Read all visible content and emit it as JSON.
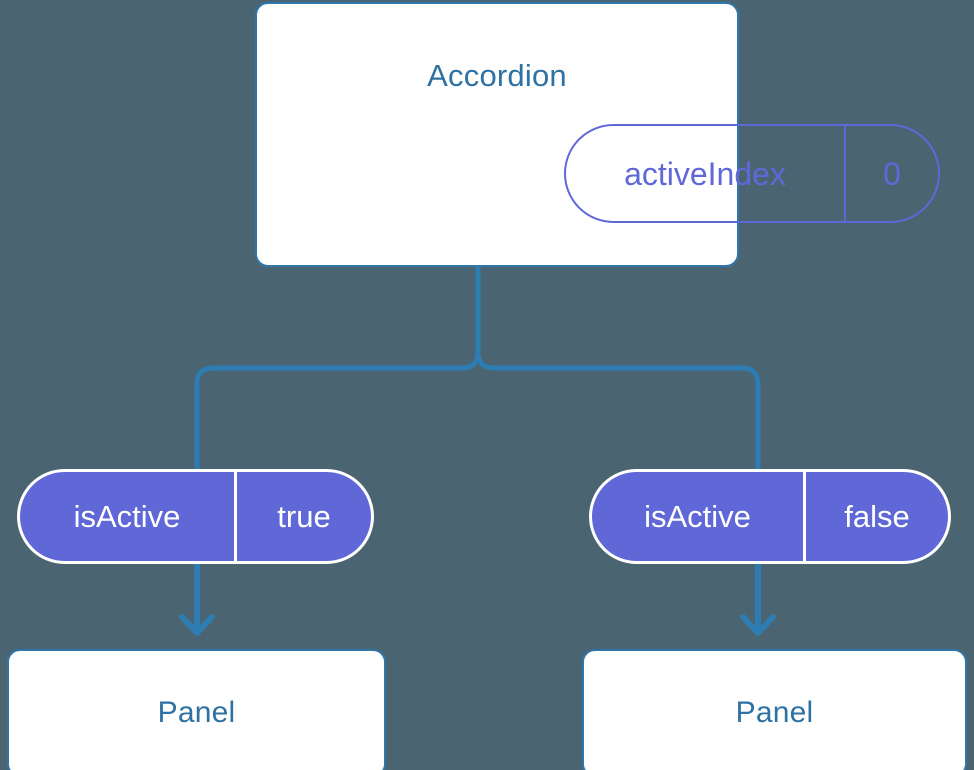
{
  "diagram": {
    "type": "component-tree",
    "background_color": "#4a6571",
    "title_color": "#2e72a3",
    "connector_color": "#2d7cb2",
    "accent_color": "#6068d8",
    "card_color": "#ffffff"
  },
  "root": {
    "name": "accordion-card",
    "title": "Accordion",
    "state": {
      "key": "activeIndex",
      "value": "0"
    }
  },
  "branches": [
    {
      "side": "left",
      "prop": {
        "key": "isActive",
        "value": "true"
      },
      "child": {
        "title": "Panel"
      }
    },
    {
      "side": "right",
      "prop": {
        "key": "isActive",
        "value": "false"
      },
      "child": {
        "title": "Panel"
      }
    }
  ]
}
